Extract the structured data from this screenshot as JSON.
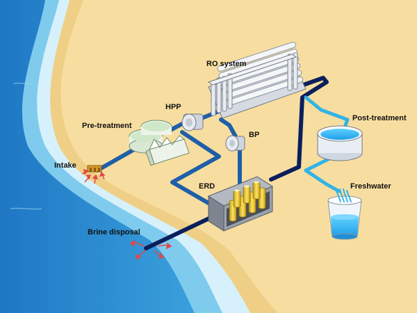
{
  "labels": {
    "ro_system": "RO system",
    "hpp": "HPP",
    "pre_treatment": "Pre-treatment",
    "bp": "BP",
    "post_treatment": "Post-treatment",
    "intake": "Intake",
    "erd": "ERD",
    "freshwater": "Freshwater",
    "brine_disposal": "Brine disposal"
  },
  "colors": {
    "sand": "#f7dea0",
    "ocean_deep": "#2f8fd6",
    "ocean_mid": "#6cc1ea",
    "surf": "#d6f1fb",
    "pipe_feed": "#1f5fa8",
    "pipe_brine": "#0b1f5c",
    "pipe_fresh": "#33b3e6",
    "equipment": "#e6e9ee",
    "erd_battery": "#f2c01c"
  }
}
